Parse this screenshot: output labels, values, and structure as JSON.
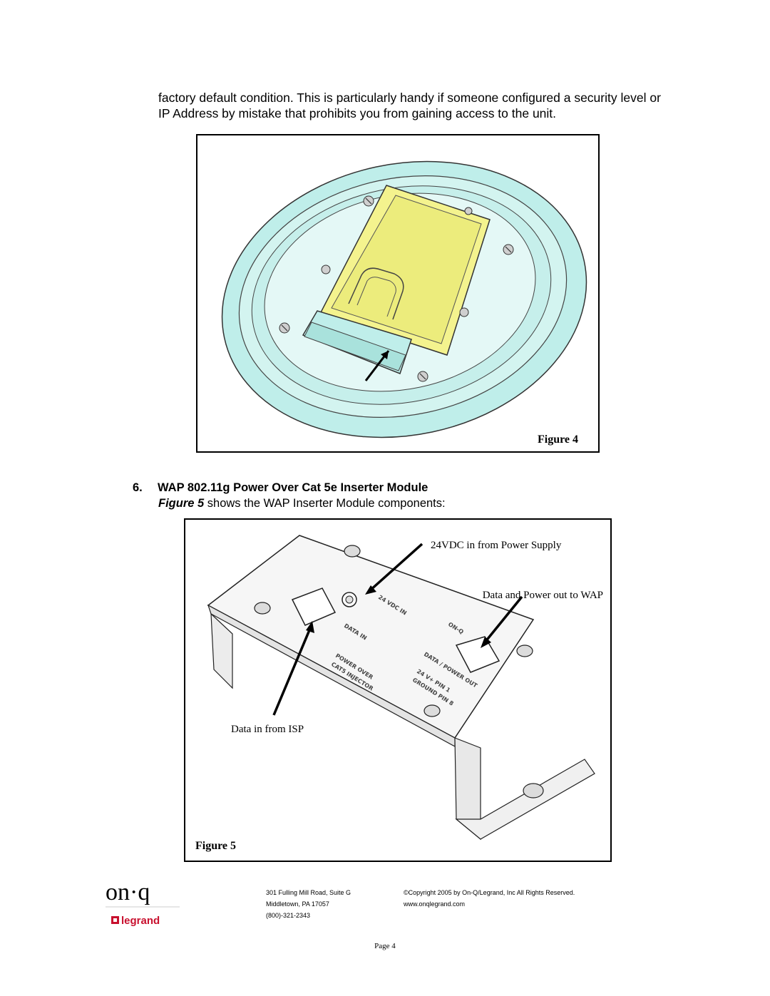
{
  "intro_paragraph": {
    "line1": "factory default condition. This is particularly handy if someone configured a security level or",
    "line2": "IP Address by mistake that prohibits you from gaining access to the unit."
  },
  "figure4": {
    "caption": "Figure 4"
  },
  "section6": {
    "number": "6.",
    "title": "WAP 802.11g Power Over Cat 5e Inserter Module",
    "intro_ref": "Figure 5",
    "intro_rest": " shows the WAP Inserter Module components:"
  },
  "figure5": {
    "caption": "Figure 5",
    "label_power": "24VDC in from Power Supply",
    "label_data_power_out": "Data and Power out to WAP",
    "label_data_in": "Data in from ISP"
  },
  "footer": {
    "logo_brand": "on·q",
    "logo_sub": "legrand",
    "address_line1": "301 Fulling Mill Road, Suite G",
    "address_line2": "Middletown, PA   17057",
    "address_line3": "(800)-321-2343",
    "copyright": "©Copyright 2005 by On-Q/Legrand, Inc All Rights Reserved.",
    "website": "www.onqlegrand.com"
  },
  "page_label": "Page 4"
}
